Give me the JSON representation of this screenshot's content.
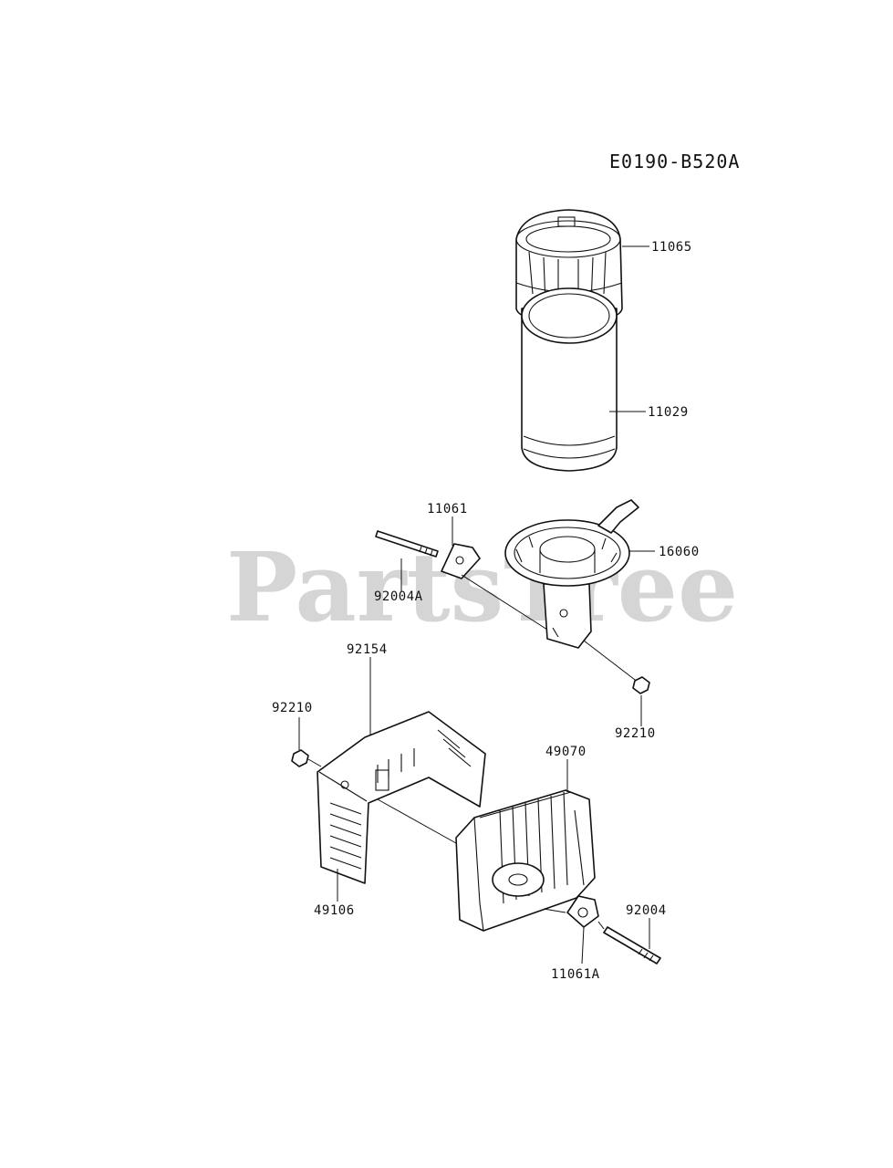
{
  "diagram": {
    "code": "E0190-B520A",
    "watermark": "PartsTree",
    "callouts": {
      "c11065": "11065",
      "c11029": "11029",
      "c11061": "11061",
      "c16060": "16060",
      "c92004A": "92004A",
      "c92154": "92154",
      "c92210_left": "92210",
      "c92210_right": "92210",
      "c49070": "49070",
      "c49106": "49106",
      "c92004": "92004",
      "c11061A": "11061A"
    }
  }
}
